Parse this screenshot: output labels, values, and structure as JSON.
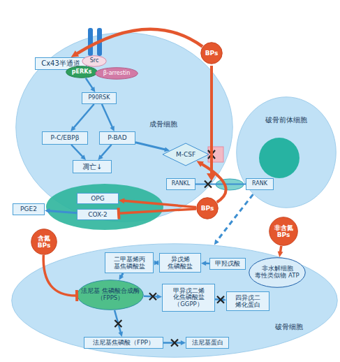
{
  "diagram": {
    "nodes": [
      {
        "text": [
          "Cx43半通道"
        ]
      },
      {
        "text": [
          "BPs"
        ]
      },
      {
        "text": [
          "成骨细胞"
        ]
      },
      {
        "text": [
          "Src"
        ],
        "in": 2
      },
      {
        "text": [
          "pERKs"
        ],
        "in": 2
      },
      {
        "text": [
          "β-arrestin"
        ],
        "in": 2
      },
      {
        "text": [
          "P90RSK"
        ],
        "in": 2
      },
      {
        "text": [
          "P-C/EBPβ"
        ],
        "in": 2
      },
      {
        "text": [
          "P-BAD"
        ],
        "in": 2
      },
      {
        "text": [
          "凋亡↓"
        ],
        "in": 2
      },
      {
        "text": [
          "RANKL"
        ],
        "in": 2
      },
      {
        "text": [
          "OPG"
        ],
        "in": 2
      },
      {
        "text": [
          "COX-2"
        ],
        "in": 2
      },
      {
        "text": [
          "破骨前体细胞"
        ]
      },
      {
        "text": [
          "RANK"
        ],
        "in": 13
      },
      {
        "text": [
          "M-CSF"
        ]
      },
      {
        "text": [
          "BPs"
        ]
      },
      {
        "text": [
          "PGE2"
        ]
      },
      {
        "text": [
          "含氮 BPs"
        ]
      },
      {
        "text": [
          "非含氮 BPs"
        ]
      },
      {
        "text": [
          "破骨细胞"
        ]
      },
      {
        "text": [
          "二甲基烯丙 基焦磷酸盐"
        ],
        "in": 20
      },
      {
        "text": [
          "异戊烯 焦磷酸盐"
        ],
        "in": 20
      },
      {
        "text": [
          "甲羟戊酸"
        ],
        "in": 20
      },
      {
        "text": [
          "法尼基 焦磷酸合成酶 （FPPS）"
        ],
        "in": 20
      },
      {
        "text": [
          "甲异戊二烯 化焦磷酸盐 （GGPP）"
        ],
        "in": 20
      },
      {
        "text": [
          "四异戊二 烯化蛋白"
        ],
        "in": 20
      },
      {
        "text": [
          "法尼基焦磷酸（FPP）"
        ],
        "in": 20
      },
      {
        "text": [
          "法尼基蛋白"
        ],
        "in": 20
      },
      {
        "text": [
          "非水解细胞 毒性类似物 ATP"
        ],
        "in": 20
      }
    ],
    "edges": [
      {
        "from": 1,
        "to": 0,
        "arrow": "to"
      },
      {
        "from": 4,
        "to": 6,
        "arrow": "to"
      },
      {
        "from": 6,
        "to": 7,
        "arrow": "to"
      },
      {
        "from": 6,
        "to": 8,
        "arrow": "to"
      },
      {
        "from": 7,
        "to": 9,
        "arrow": "to"
      },
      {
        "from": 8,
        "to": 9,
        "arrow": "to"
      },
      {
        "from": 8,
        "to": 15,
        "arrow": "to"
      },
      {
        "from": 10,
        "to": 14,
        "arrow": "none"
      },
      {
        "from": 16,
        "to": 15,
        "arrow": "to"
      },
      {
        "from": 16,
        "to": 11,
        "arrow": "to"
      },
      {
        "from": 16,
        "to": 12,
        "arrow": "to"
      },
      {
        "from": 12,
        "to": 17,
        "arrow": "to"
      },
      {
        "from": 13,
        "to": 20,
        "arrow": "to"
      },
      {
        "from": 18,
        "to": 24,
        "arrow": "to"
      },
      {
        "from": 19,
        "to": 29,
        "arrow": "to"
      },
      {
        "from": 21,
        "to": 22,
        "arrow": "both"
      },
      {
        "from": 23,
        "to": 22,
        "arrow": "to"
      },
      {
        "from": 21,
        "to": 24,
        "arrow": "to"
      },
      {
        "from": 24,
        "to": 25,
        "arrow": "to"
      },
      {
        "from": 25,
        "to": 26,
        "arrow": "to"
      },
      {
        "from": 24,
        "to": 27,
        "arrow": "to"
      },
      {
        "from": 27,
        "to": 28,
        "arrow": "to"
      }
    ]
  }
}
